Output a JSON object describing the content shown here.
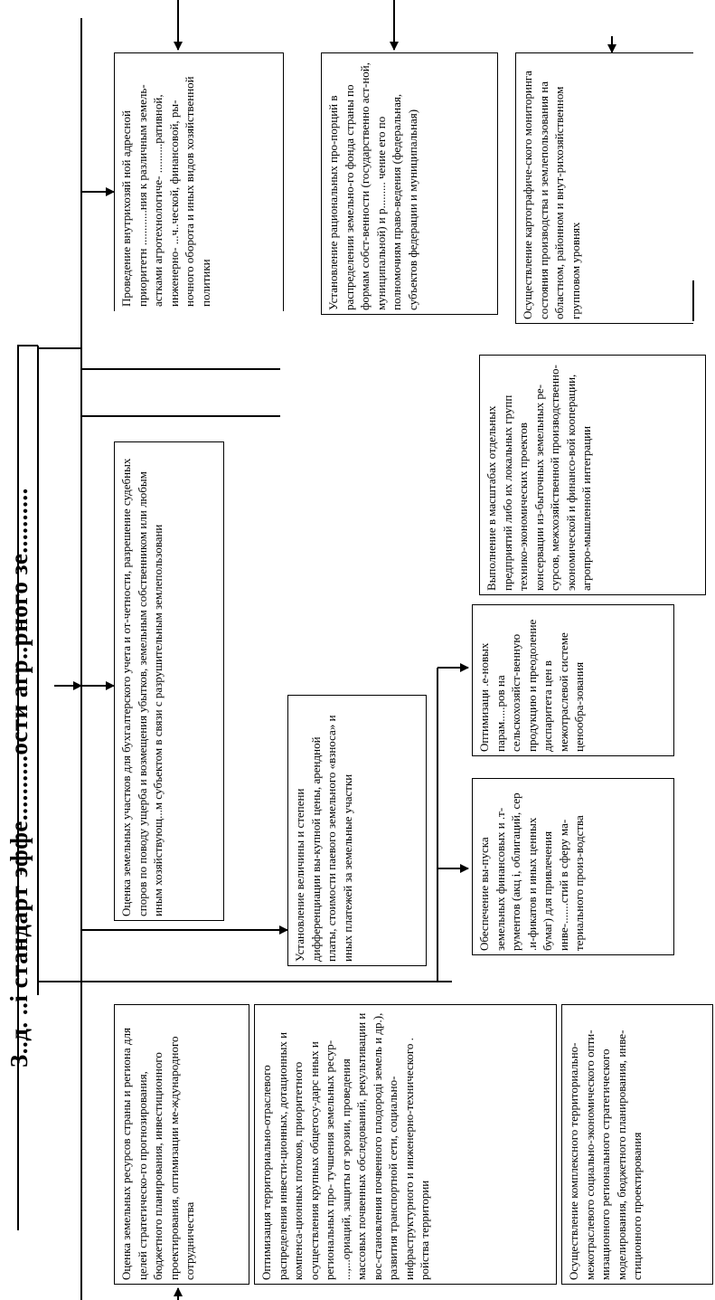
{
  "header": {
    "title_left": "З..д. ..і стандарт",
    "title_right": "эффе..........ости агр..рного зе.........."
  },
  "boxes": {
    "b1": "Оценка земельных ресурсов страны и региона для целей стратегическо-го прогнозирования, бюджетного планирования, инвестиционного проектирования, оптимизации ме-ждународного сотрудничества",
    "b2": "Оптимизация территориально-отраслевого распределения инвести-ционных, дотационных и компенса-ционных потоков, приоритетного осуществления крупных общегосу-дарс    нных и региональных про-    тучшения земельных ресур-  ...,...ориаций, защиты от эрозии, проведения массовых почвенных обследований, рекультивации и вос-становления почвенного плодороді земель и др.), развития транспортной сети, социально-инфраструктурного и инженерно-технического   . ройства территории",
    "b3": "Осуществление комплексного территориально-межотраслевого социально-экономического опти-мизационного регионального стратегического моделирования, бюджетного планирования, инве-стиционного проектирования",
    "b4": "Оценка земельных участков для бухгалтерского учета и от-четности, разрешение судебных споров по поводу ущерба и возмещения убытков, земельным собственником или любым иным хозяйствующ...м субъектом в связи с разрушительным землепользовани",
    "b5": "Установление величины и степени дифференциации вы-купной цены, арендной платы, стоимости паевого земельного «взноса» и иных платежей за земельные участки",
    "b6": "Обеспечение вы-пуска земельных финансовых и  .т-рументов (акц   і, облигаций, сер  .и-фикатов и иных ценных бумаг) для привлечения инве-.......стий в сферу ма-териального произ-водства",
    "b7": "Оптимизаци   .е-новых парам.....ров на сельскохозяйст-венную продукцию и преодоление диспаритета цен в межотраслевой системе ценообра-зования",
    "b8": "Выполнение в масштабах отдельных предприятий либо их локальных групп технико-экономических проектов консервации из-быточных земельных ре-сурсов, межхозяйственной производственно-экономической и финансо-вой кооперации, агропро-мышленной интеграции",
    "b9": "Проведение внутрихозяй ной адресной приоритетн ............ния к различным земель-         астками агротехнологиче-            ..........ративной, инженерно-   ...ч..ческой, финансовой, ры-   ночного оборота и иных видов хозяйственной политики",
    "b10": "Установление рациональных про-порций в распределении земельно-го фонда страны по формам собст-венности (государственно     аст-ной, муниципальной) и р......... чение его по полномочиям право-ведения (федеральная, субъектов федерации и муниципальная)",
    "b11": "Осуществление картографиче-ского мониторинга состояния производства и землепользования на областном, районном и внут-рихозяйственном групповом уровнях"
  }
}
